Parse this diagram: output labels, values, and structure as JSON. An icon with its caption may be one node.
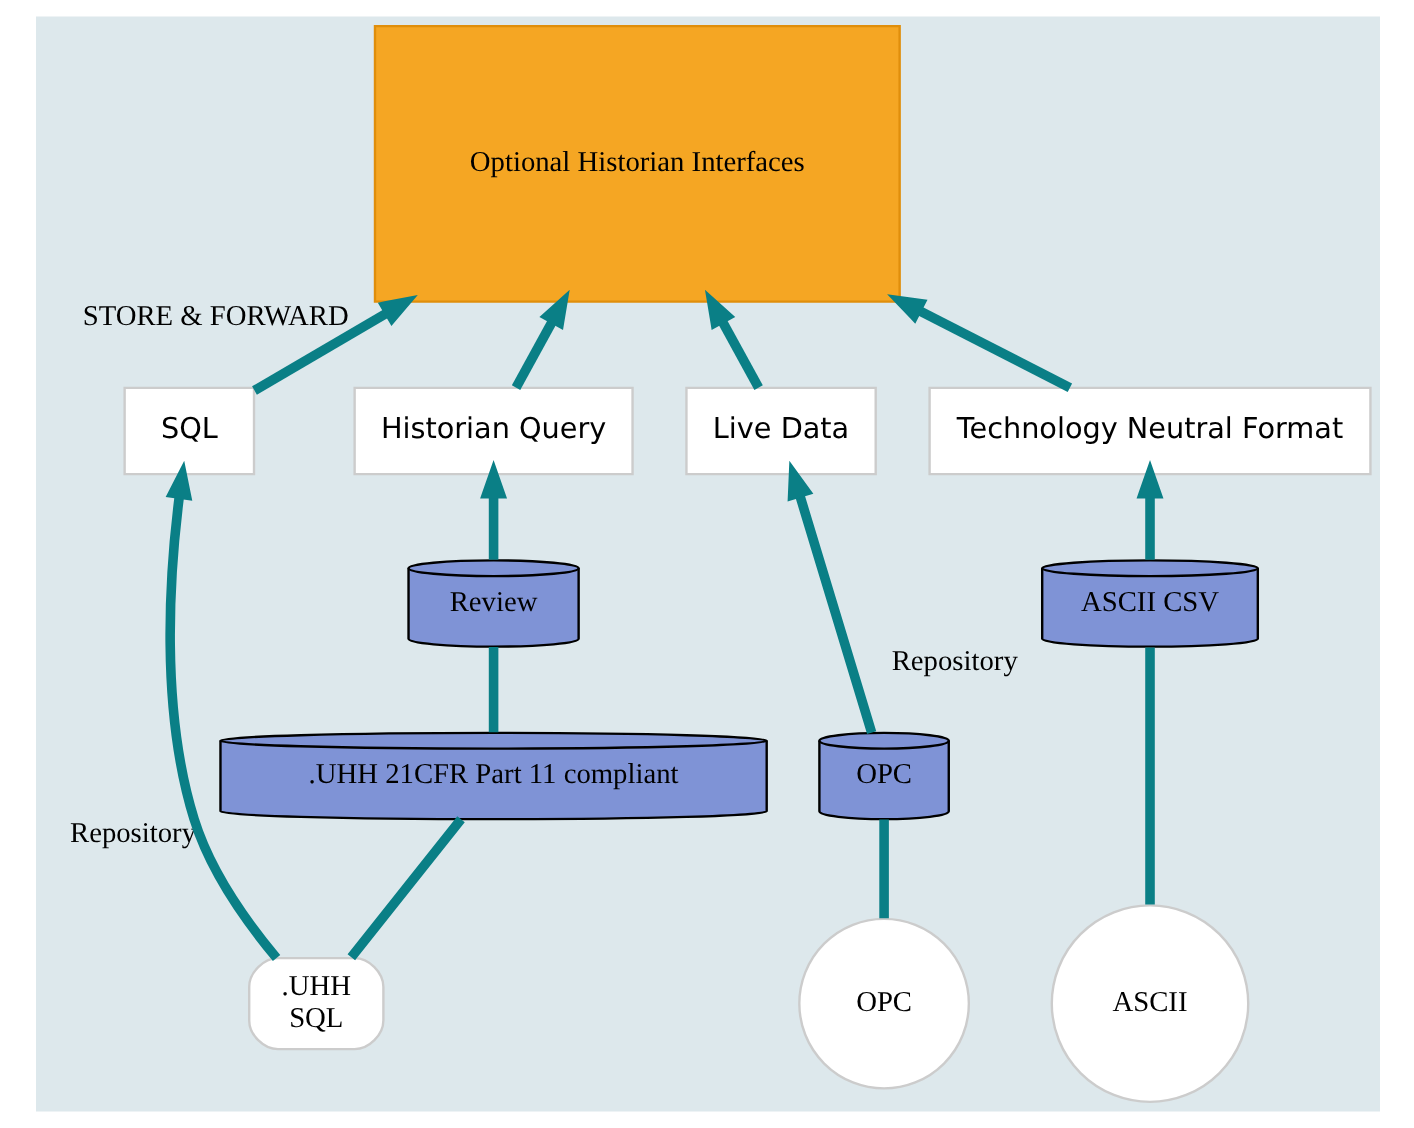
{
  "diagram": {
    "nodes": [
      {
        "text": [
          "Technology Neutral Format"
        ]
      },
      {
        "text": [
          "Historian Query"
        ]
      },
      {
        "text": [
          "SQL"
        ]
      },
      {
        "text": [
          "Live Data"
        ]
      },
      {
        "text": [
          "Review"
        ]
      },
      {
        "text": [
          "ASCII CSV"
        ],
        "beside": [
          "Repository"
        ]
      },
      {
        "text": [
          ".UHH 21CFR Part 11 compliant"
        ],
        "beside": [
          "Repository"
        ]
      },
      {
        "text": [
          "OPC"
        ]
      },
      {
        "text": [
          "Optional Historian Interfaces"
        ],
        "beside": [
          "STORE & FORWARD"
        ]
      },
      {
        "text": [
          "ASCII"
        ]
      },
      {
        "text": [
          ".UHH",
          "SQL"
        ]
      },
      {
        "text": [
          "OPC"
        ]
      }
    ],
    "edges": [
      {
        "from": 9,
        "to": 5,
        "arrow": "none"
      },
      {
        "from": 5,
        "to": 0,
        "arrow": "to"
      },
      {
        "from": 10,
        "to": 6,
        "arrow": "none"
      },
      {
        "from": 6,
        "to": 4,
        "arrow": "none"
      },
      {
        "from": 4,
        "to": 1,
        "arrow": "to"
      },
      {
        "from": 10,
        "to": 2,
        "arrow": "to"
      },
      {
        "from": 11,
        "to": 7,
        "arrow": "none"
      },
      {
        "from": 7,
        "to": 3,
        "arrow": "to"
      },
      {
        "from": 3,
        "to": 8,
        "arrow": "to"
      },
      {
        "from": 2,
        "to": 8,
        "arrow": "to"
      },
      {
        "from": 1,
        "to": 8,
        "arrow": "to"
      },
      {
        "from": 0,
        "to": 8,
        "arrow": "to"
      }
    ]
  }
}
